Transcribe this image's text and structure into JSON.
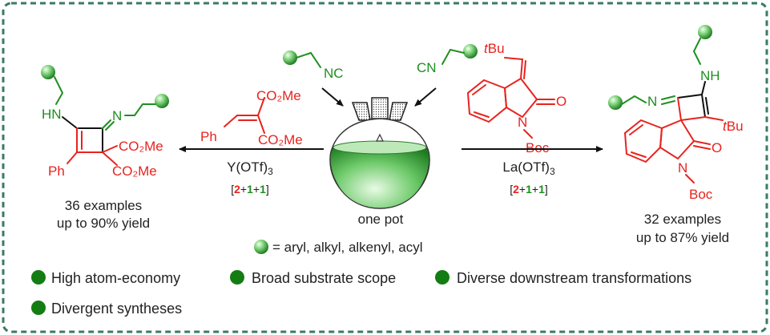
{
  "colors": {
    "frame": "#3a7a66",
    "red": "#e8231f",
    "green": "#1f8f1f",
    "bullet": "#137d13",
    "text": "#222222"
  },
  "left_product": {
    "nh": "HN",
    "n": "N",
    "ester_top": "CO₂Me",
    "ester_bottom": "CO₂Me",
    "ph": "Ph",
    "examples": "36 examples",
    "yield": "up to 90% yield"
  },
  "left_reagent": {
    "ph": "Ph",
    "ester_top": "CO₂Me",
    "ester_bottom": "CO₂Me"
  },
  "left_condition": {
    "catalyst": "Y(OTf)",
    "subscript": "3",
    "ratio_open": "[",
    "r1": "2",
    "p1": "+",
    "r2": "1",
    "p2": "+",
    "r3": "1",
    "ratio_close": "]"
  },
  "isocyanides": {
    "left_label": "NC",
    "right_label": "CN"
  },
  "center": {
    "one_pot": "one pot",
    "legend": "= aryl, alkyl, alkenyl, acyl"
  },
  "right_reagent": {
    "tbu_t": "t",
    "tbu_bu": "Bu",
    "o": "O",
    "n": "N",
    "boc": "Boc"
  },
  "right_condition": {
    "catalyst": "La(OTf)",
    "subscript": "3",
    "ratio_open": "[",
    "r1": "2",
    "p1": "+",
    "r2": "1",
    "p2": "+",
    "r3": "1",
    "ratio_close": "]"
  },
  "right_product": {
    "nh": "NH",
    "n": "N",
    "tbu_t": "t",
    "tbu_bu": "Bu",
    "o": "O",
    "n_ring": "N",
    "boc": "Boc",
    "examples": "32 examples",
    "yield": "up to 87% yield"
  },
  "features": [
    "High atom-economy",
    "Broad substrate scope",
    "Diverse downstream transformations",
    "Divergent syntheses"
  ]
}
